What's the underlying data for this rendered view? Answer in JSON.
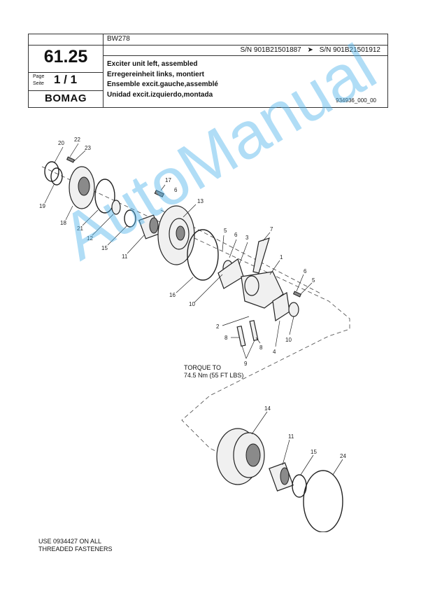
{
  "header": {
    "model": "BW278",
    "serial_from": "S/N 901B21501887",
    "serial_arrow": "➤",
    "serial_to": "S/N 901B21501912",
    "page_number": "61.25",
    "page_label_en": "Page",
    "page_label_de": "Seite",
    "page_of": "1 / 1",
    "logo": "BOMAG",
    "titles": [
      "Exciter unit left, assembled",
      "Erregereinheit links, montiert",
      "Ensemble excit.gauche,assemblé",
      "Unidad excit.izquierdo,montada"
    ],
    "document_number": "934936_000_00"
  },
  "diagram": {
    "callouts": [
      "20",
      "22",
      "23",
      "19",
      "18",
      "21",
      "12",
      "15",
      "11",
      "17",
      "6",
      "13",
      "16",
      "10",
      "5",
      "6",
      "3",
      "7",
      "1",
      "6",
      "5",
      "2",
      "4",
      "10",
      "8",
      "8",
      "9",
      "14",
      "11",
      "15",
      "24"
    ],
    "torque_line1": "TORQUE TO",
    "torque_line2": "74.5 Nm (55 FT LBS)"
  },
  "footer": {
    "line1": "USE 0934427 ON ALL",
    "line2": "THREADED FASTENERS"
  },
  "watermark": "AutoManual"
}
